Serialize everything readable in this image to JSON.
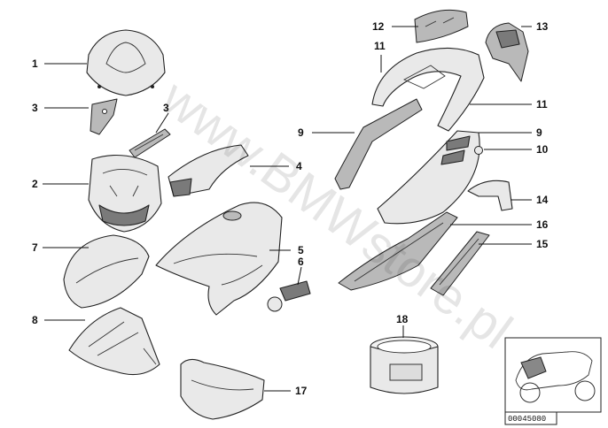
{
  "watermark": "www.BMWstore.pl",
  "reference_number": "00045080",
  "callouts": [
    {
      "id": "c1",
      "label": "1"
    },
    {
      "id": "c3a",
      "label": "3"
    },
    {
      "id": "c3b",
      "label": "3"
    },
    {
      "id": "c2",
      "label": "2"
    },
    {
      "id": "c4",
      "label": "4"
    },
    {
      "id": "c7",
      "label": "7"
    },
    {
      "id": "c5",
      "label": "5"
    },
    {
      "id": "c6",
      "label": "6"
    },
    {
      "id": "c8",
      "label": "8"
    },
    {
      "id": "c17",
      "label": "17"
    },
    {
      "id": "c12",
      "label": "12"
    },
    {
      "id": "c13",
      "label": "13"
    },
    {
      "id": "c11a",
      "label": "11"
    },
    {
      "id": "c11b",
      "label": "11"
    },
    {
      "id": "c9a",
      "label": "9"
    },
    {
      "id": "c9b",
      "label": "9"
    },
    {
      "id": "c10",
      "label": "10"
    },
    {
      "id": "c14",
      "label": "14"
    },
    {
      "id": "c16",
      "label": "16"
    },
    {
      "id": "c15",
      "label": "15"
    },
    {
      "id": "c18",
      "label": "18"
    }
  ]
}
